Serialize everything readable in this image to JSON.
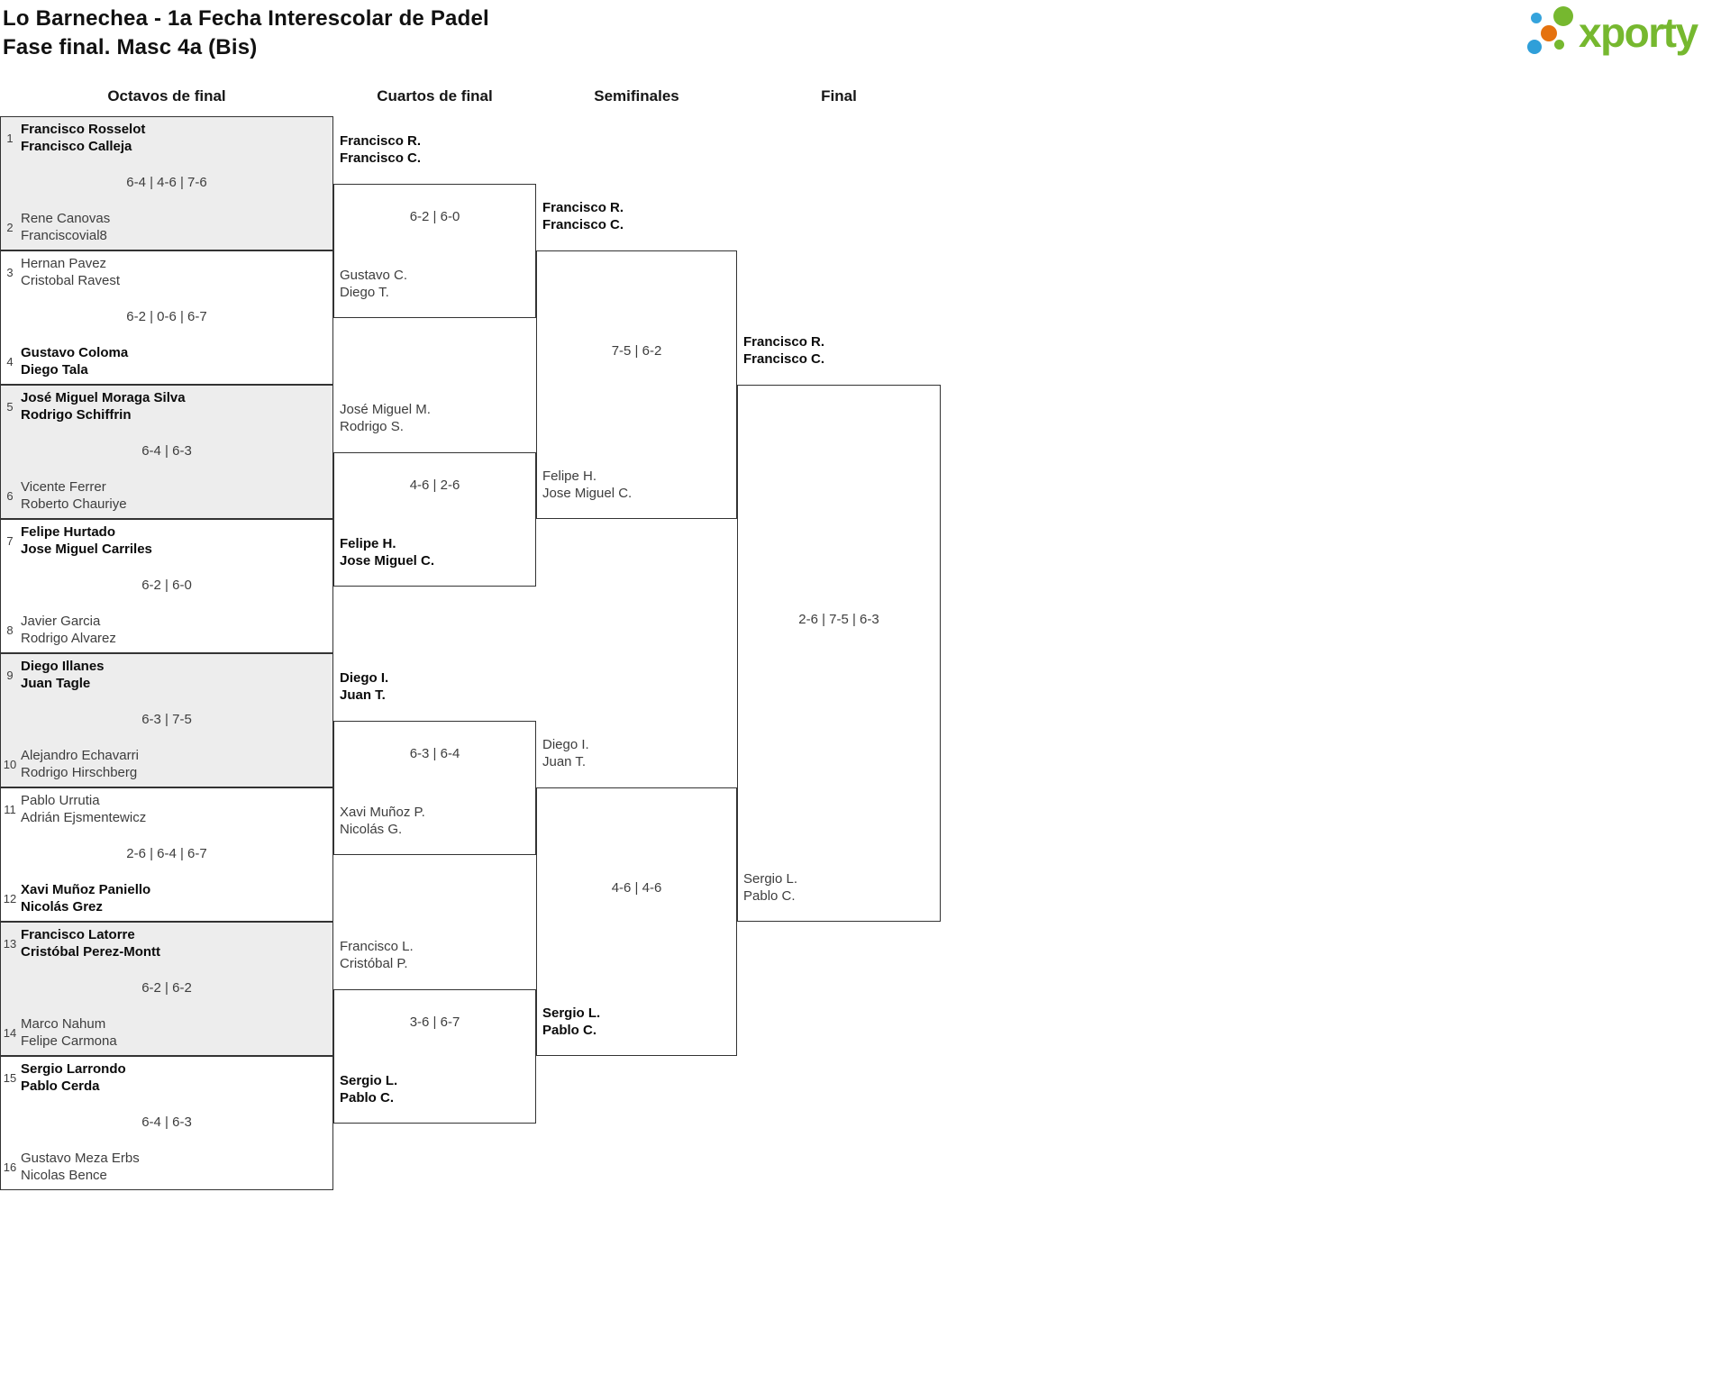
{
  "header": {
    "title": "Lo Barnechea - 1a Fecha Interescolar de Padel",
    "subtitle": "Fase final. Masc 4a (Bis)"
  },
  "logo": {
    "brand": "xporty"
  },
  "colors": {
    "brand_green": "#76b82f",
    "brand_blue": "#2f9fd9",
    "brand_light_blue": "#35a3dc",
    "brand_orange": "#e5720e",
    "shaded_box": "#ededed",
    "box_border": "#333333",
    "winner_text": "#0b0b0b",
    "regular_text": "#3d3d3d"
  },
  "bracket": {
    "rounds": [
      {
        "label": "Octavos de final",
        "matches": [
          {
            "shaded": true,
            "score": "6-4 | 4-6 | 7-6",
            "teams": [
              {
                "seed": "1",
                "lines": [
                  "Francisco Rosselot",
                  "Francisco Calleja"
                ],
                "winner": true
              },
              {
                "seed": "2",
                "lines": [
                  "Rene Canovas",
                  "Franciscovial8"
                ],
                "winner": false
              }
            ]
          },
          {
            "shaded": false,
            "score": "6-2 | 0-6 | 6-7",
            "teams": [
              {
                "seed": "3",
                "lines": [
                  "Hernan Pavez",
                  "Cristobal Ravest"
                ],
                "winner": false
              },
              {
                "seed": "4",
                "lines": [
                  "Gustavo Coloma",
                  "Diego Tala"
                ],
                "winner": true
              }
            ]
          },
          {
            "shaded": true,
            "score": "6-4 | 6-3",
            "teams": [
              {
                "seed": "5",
                "lines": [
                  "José Miguel Moraga Silva",
                  "Rodrigo Schiffrin"
                ],
                "winner": true
              },
              {
                "seed": "6",
                "lines": [
                  "Vicente Ferrer",
                  "Roberto Chauriye"
                ],
                "winner": false
              }
            ]
          },
          {
            "shaded": false,
            "score": "6-2 | 6-0",
            "teams": [
              {
                "seed": "7",
                "lines": [
                  "Felipe Hurtado",
                  "Jose Miguel Carriles"
                ],
                "winner": true
              },
              {
                "seed": "8",
                "lines": [
                  "Javier Garcia",
                  "Rodrigo Alvarez"
                ],
                "winner": false
              }
            ]
          },
          {
            "shaded": true,
            "score": "6-3 | 7-5",
            "teams": [
              {
                "seed": "9",
                "lines": [
                  "Diego Illanes",
                  "Juan Tagle"
                ],
                "winner": true
              },
              {
                "seed": "10",
                "lines": [
                  "Alejandro Echavarri",
                  "Rodrigo Hirschberg"
                ],
                "winner": false
              }
            ]
          },
          {
            "shaded": false,
            "score": "2-6 | 6-4 | 6-7",
            "teams": [
              {
                "seed": "11",
                "lines": [
                  "Pablo Urrutia",
                  "Adrián Ejsmentewicz"
                ],
                "winner": false
              },
              {
                "seed": "12",
                "lines": [
                  "Xavi Muñoz Paniello",
                  "Nicolás Grez"
                ],
                "winner": true
              }
            ]
          },
          {
            "shaded": true,
            "score": "6-2 | 6-2",
            "teams": [
              {
                "seed": "13",
                "lines": [
                  "Francisco Latorre",
                  "Cristóbal Perez-Montt"
                ],
                "winner": true
              },
              {
                "seed": "14",
                "lines": [
                  "Marco Nahum",
                  "Felipe Carmona"
                ],
                "winner": false
              }
            ]
          },
          {
            "shaded": false,
            "score": "6-4 | 6-3",
            "teams": [
              {
                "seed": "15",
                "lines": [
                  "Sergio Larrondo",
                  "Pablo Cerda"
                ],
                "winner": true
              },
              {
                "seed": "16",
                "lines": [
                  "Gustavo Meza Erbs",
                  "Nicolas Bence"
                ],
                "winner": false
              }
            ]
          }
        ]
      },
      {
        "label": "Cuartos de final",
        "matches": [
          {
            "score": "6-2 | 6-0",
            "teams": [
              {
                "lines": [
                  "Francisco R.",
                  "Francisco C."
                ],
                "winner": true
              },
              {
                "lines": [
                  "Gustavo C.",
                  "Diego T."
                ],
                "winner": false
              }
            ]
          },
          {
            "score": "4-6 | 2-6",
            "teams": [
              {
                "lines": [
                  "José Miguel M.",
                  "Rodrigo S."
                ],
                "winner": false
              },
              {
                "lines": [
                  "Felipe H.",
                  "Jose Miguel C."
                ],
                "winner": true
              }
            ]
          },
          {
            "score": "6-3 | 6-4",
            "teams": [
              {
                "lines": [
                  "Diego I.",
                  "Juan T."
                ],
                "winner": true
              },
              {
                "lines": [
                  "Xavi Muñoz P.",
                  "Nicolás G."
                ],
                "winner": false
              }
            ]
          },
          {
            "score": "3-6 | 6-7",
            "teams": [
              {
                "lines": [
                  "Francisco L.",
                  "Cristóbal P."
                ],
                "winner": false
              },
              {
                "lines": [
                  "Sergio L.",
                  "Pablo C."
                ],
                "winner": true
              }
            ]
          }
        ]
      },
      {
        "label": "Semifinales",
        "matches": [
          {
            "score": "7-5 | 6-2",
            "teams": [
              {
                "lines": [
                  "Francisco R.",
                  "Francisco C."
                ],
                "winner": true
              },
              {
                "lines": [
                  "Felipe H.",
                  "Jose Miguel C."
                ],
                "winner": false
              }
            ]
          },
          {
            "score": "4-6 | 4-6",
            "teams": [
              {
                "lines": [
                  "Diego I.",
                  "Juan T."
                ],
                "winner": false
              },
              {
                "lines": [
                  "Sergio L.",
                  "Pablo C."
                ],
                "winner": true
              }
            ]
          }
        ]
      },
      {
        "label": "Final",
        "matches": [
          {
            "score": "2-6 | 7-5 | 6-3",
            "teams": [
              {
                "lines": [
                  "Francisco R.",
                  "Francisco C."
                ],
                "winner": true
              },
              {
                "lines": [
                  "Sergio L.",
                  "Pablo C."
                ],
                "winner": false
              }
            ]
          }
        ]
      }
    ]
  }
}
